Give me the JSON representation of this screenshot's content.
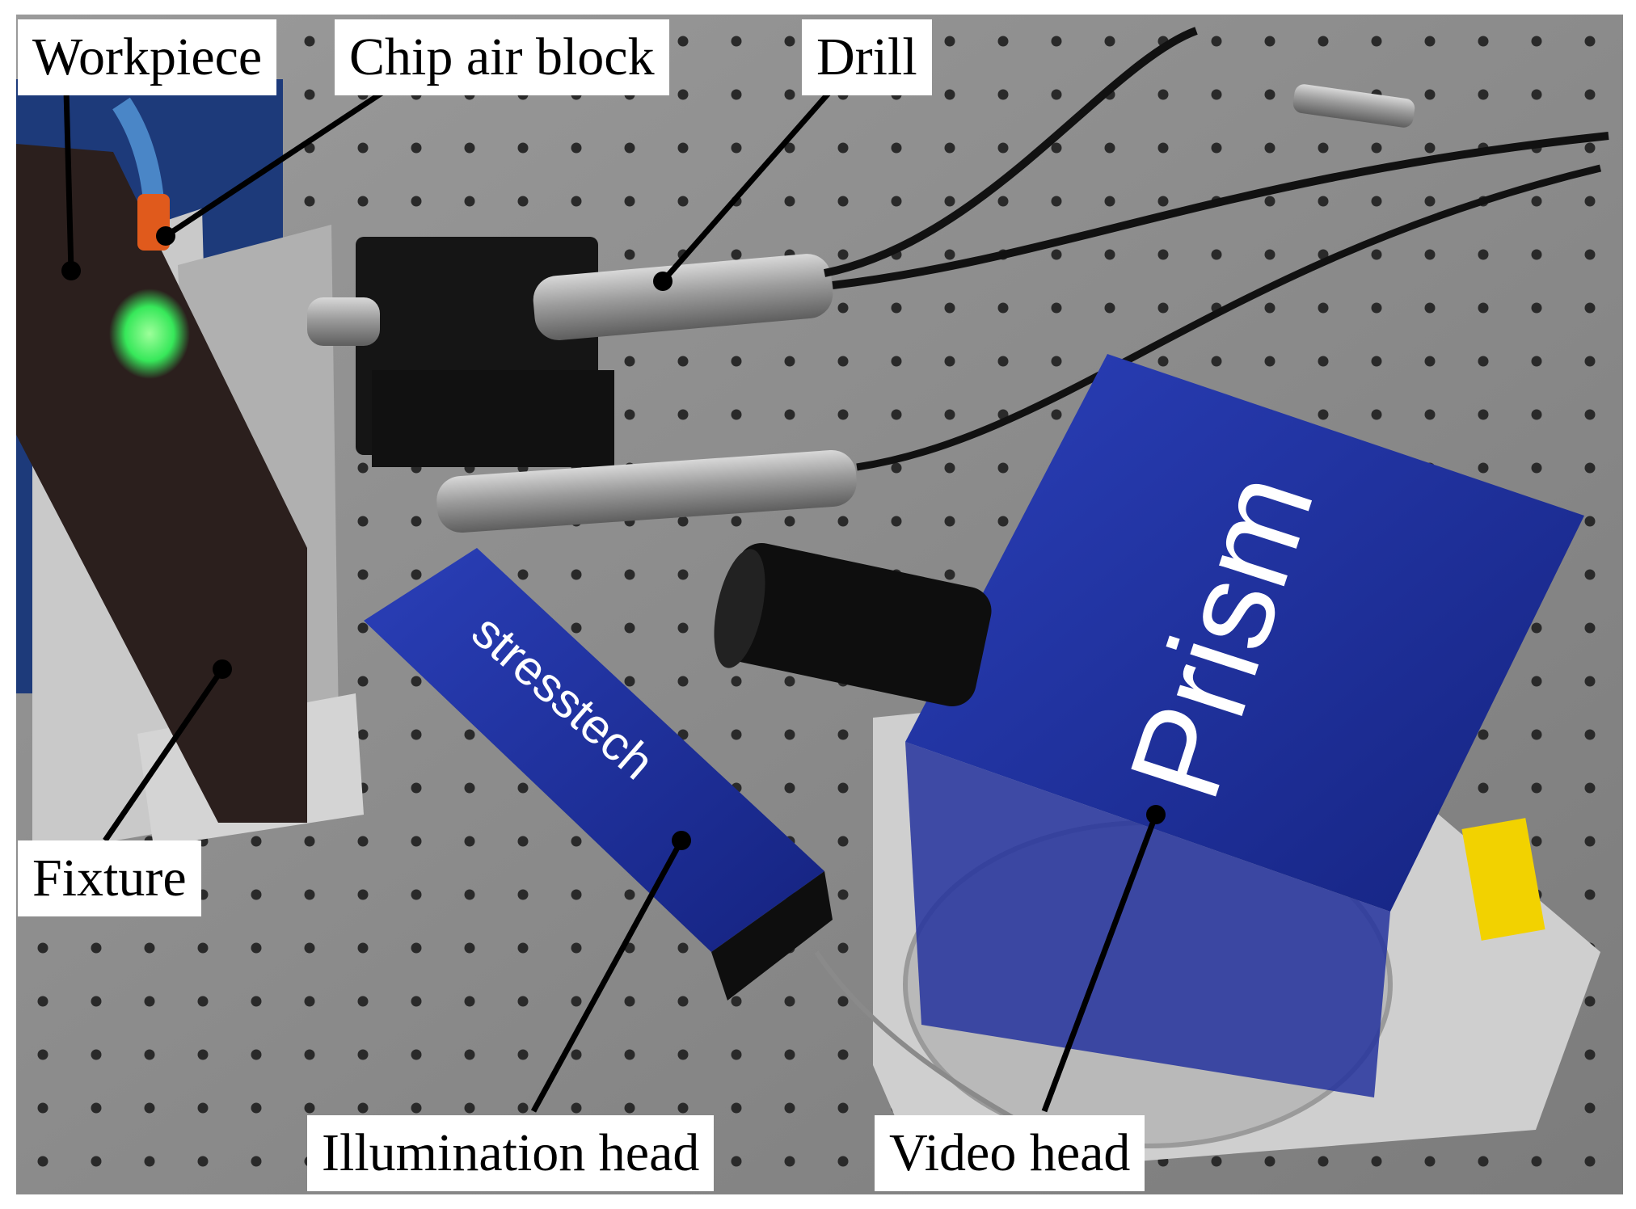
{
  "figure": {
    "labels": {
      "workpiece": "Workpiece",
      "chip_air_block": "Chip air block",
      "drill": "Drill",
      "fixture": "Fixture",
      "illumination_head": "Illumination head",
      "video_head": "Video head"
    },
    "device_text": {
      "brand": "stresstech",
      "product": "Prism"
    },
    "colors": {
      "device_blue": "#1e2f9a",
      "table_gray": "#8e8e8e",
      "laser_green": "#37e85a"
    }
  }
}
